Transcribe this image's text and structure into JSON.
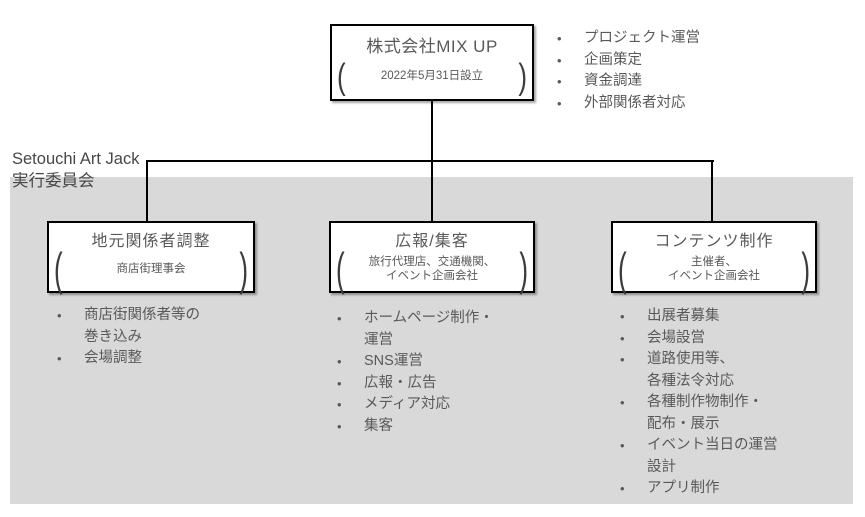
{
  "colors": {
    "committee_bg": "#d9d9d9",
    "box_border": "#000000",
    "box_fill": "#ffffff",
    "title_text": "#595959",
    "body_text": "#595959",
    "label_text": "#474747",
    "connector": "#000000"
  },
  "icons": {
    "left_bracket": "(",
    "right_bracket": ")",
    "bullet": "•"
  },
  "committee": {
    "name_en": "Setouchi Art Jack",
    "name_ja": "実行委員会"
  },
  "root": {
    "title": "株式会社MIX UP",
    "subtitle": "2022年5月31日設立",
    "duties": [
      "プロジェクト運営",
      "企画策定",
      "資金調達",
      "外部関係者対応"
    ]
  },
  "branches": [
    {
      "title": "地元関係者調整",
      "subtitle": "商店街理事会",
      "duties": [
        "商店街関係者等の\n巻き込み",
        "会場調整"
      ]
    },
    {
      "title": "広報/集客",
      "subtitle": "旅行代理店、交通機関、\nイベント企画会社",
      "duties": [
        "ホームページ制作・\n運営",
        "SNS運営",
        "広報・広告",
        "メディア対応",
        "集客"
      ]
    },
    {
      "title": "コンテンツ制作",
      "subtitle": "主催者、\nイベント企画会社",
      "duties": [
        "出展者募集",
        "会場設営",
        "道路使用等、\n各種法令対応",
        "各種制作物制作・\n配布・展示",
        "イベント当日の運営\n設計",
        "アプリ制作"
      ]
    }
  ]
}
